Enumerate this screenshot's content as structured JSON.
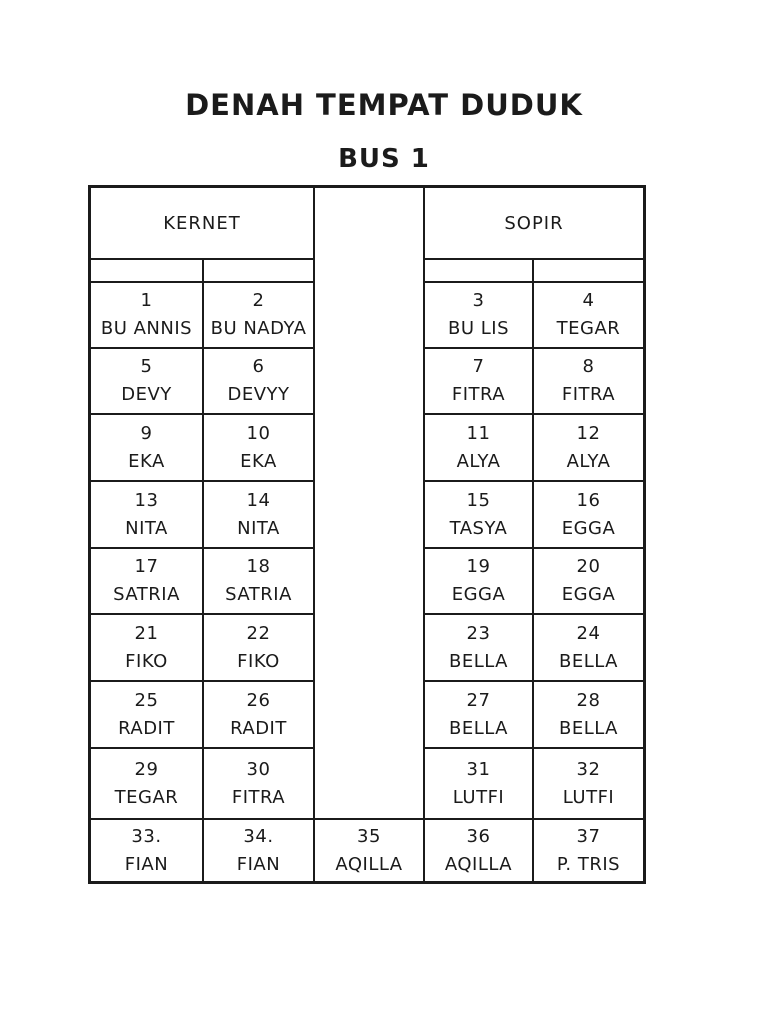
{
  "page": {
    "title": "DENAH TEMPAT DUDUK",
    "subtitle": "BUS 1"
  },
  "colors": {
    "background": "#ffffff",
    "text": "#1b1b1b",
    "border": "#1b1b1b"
  },
  "table": {
    "left_header": "KERNET",
    "right_header": "SOPIR",
    "rows": [
      {
        "left": [
          {
            "num": "1",
            "name": "BU ANNIS"
          },
          {
            "num": "2",
            "name": "BU NADYA"
          }
        ],
        "right": [
          {
            "num": "3",
            "name": "BU LIS"
          },
          {
            "num": "4",
            "name": "TEGAR"
          }
        ]
      },
      {
        "left": [
          {
            "num": "5",
            "name": "DEVY"
          },
          {
            "num": "6",
            "name": "DEVYY"
          }
        ],
        "right": [
          {
            "num": "7",
            "name": "FITRA"
          },
          {
            "num": "8",
            "name": "FITRA"
          }
        ]
      },
      {
        "left": [
          {
            "num": "9",
            "name": "EKA"
          },
          {
            "num": "10",
            "name": "EKA"
          }
        ],
        "right": [
          {
            "num": "11",
            "name": "ALYA"
          },
          {
            "num": "12",
            "name": "ALYA"
          }
        ]
      },
      {
        "left": [
          {
            "num": "13",
            "name": "NITA"
          },
          {
            "num": "14",
            "name": "NITA"
          }
        ],
        "right": [
          {
            "num": "15",
            "name": "TASYA"
          },
          {
            "num": "16",
            "name": "EGGA"
          }
        ]
      },
      {
        "left": [
          {
            "num": "17",
            "name": "SATRIA"
          },
          {
            "num": "18",
            "name": "SATRIA"
          }
        ],
        "right": [
          {
            "num": "19",
            "name": "EGGA"
          },
          {
            "num": "20",
            "name": "EGGA"
          }
        ]
      },
      {
        "left": [
          {
            "num": "21",
            "name": "FIKO"
          },
          {
            "num": "22",
            "name": "FIKO"
          }
        ],
        "right": [
          {
            "num": "23",
            "name": "BELLA"
          },
          {
            "num": "24",
            "name": "BELLA"
          }
        ]
      },
      {
        "left": [
          {
            "num": "25",
            "name": "RADIT"
          },
          {
            "num": "26",
            "name": "RADIT"
          }
        ],
        "right": [
          {
            "num": "27",
            "name": "BELLA"
          },
          {
            "num": "28",
            "name": "BELLA"
          }
        ]
      },
      {
        "left": [
          {
            "num": "29",
            "name": "TEGAR"
          },
          {
            "num": "30",
            "name": "FITRA"
          }
        ],
        "right": [
          {
            "num": "31",
            "name": "LUTFI"
          },
          {
            "num": "32",
            "name": "LUTFI"
          }
        ]
      }
    ],
    "bottom_row": [
      {
        "num": "33.",
        "name": "FIAN"
      },
      {
        "num": "34.",
        "name": "FIAN"
      },
      {
        "num": "35",
        "name": "AQILLA"
      },
      {
        "num": "36",
        "name": "AQILLA"
      },
      {
        "num": "37",
        "name": "P. TRIS"
      }
    ]
  }
}
